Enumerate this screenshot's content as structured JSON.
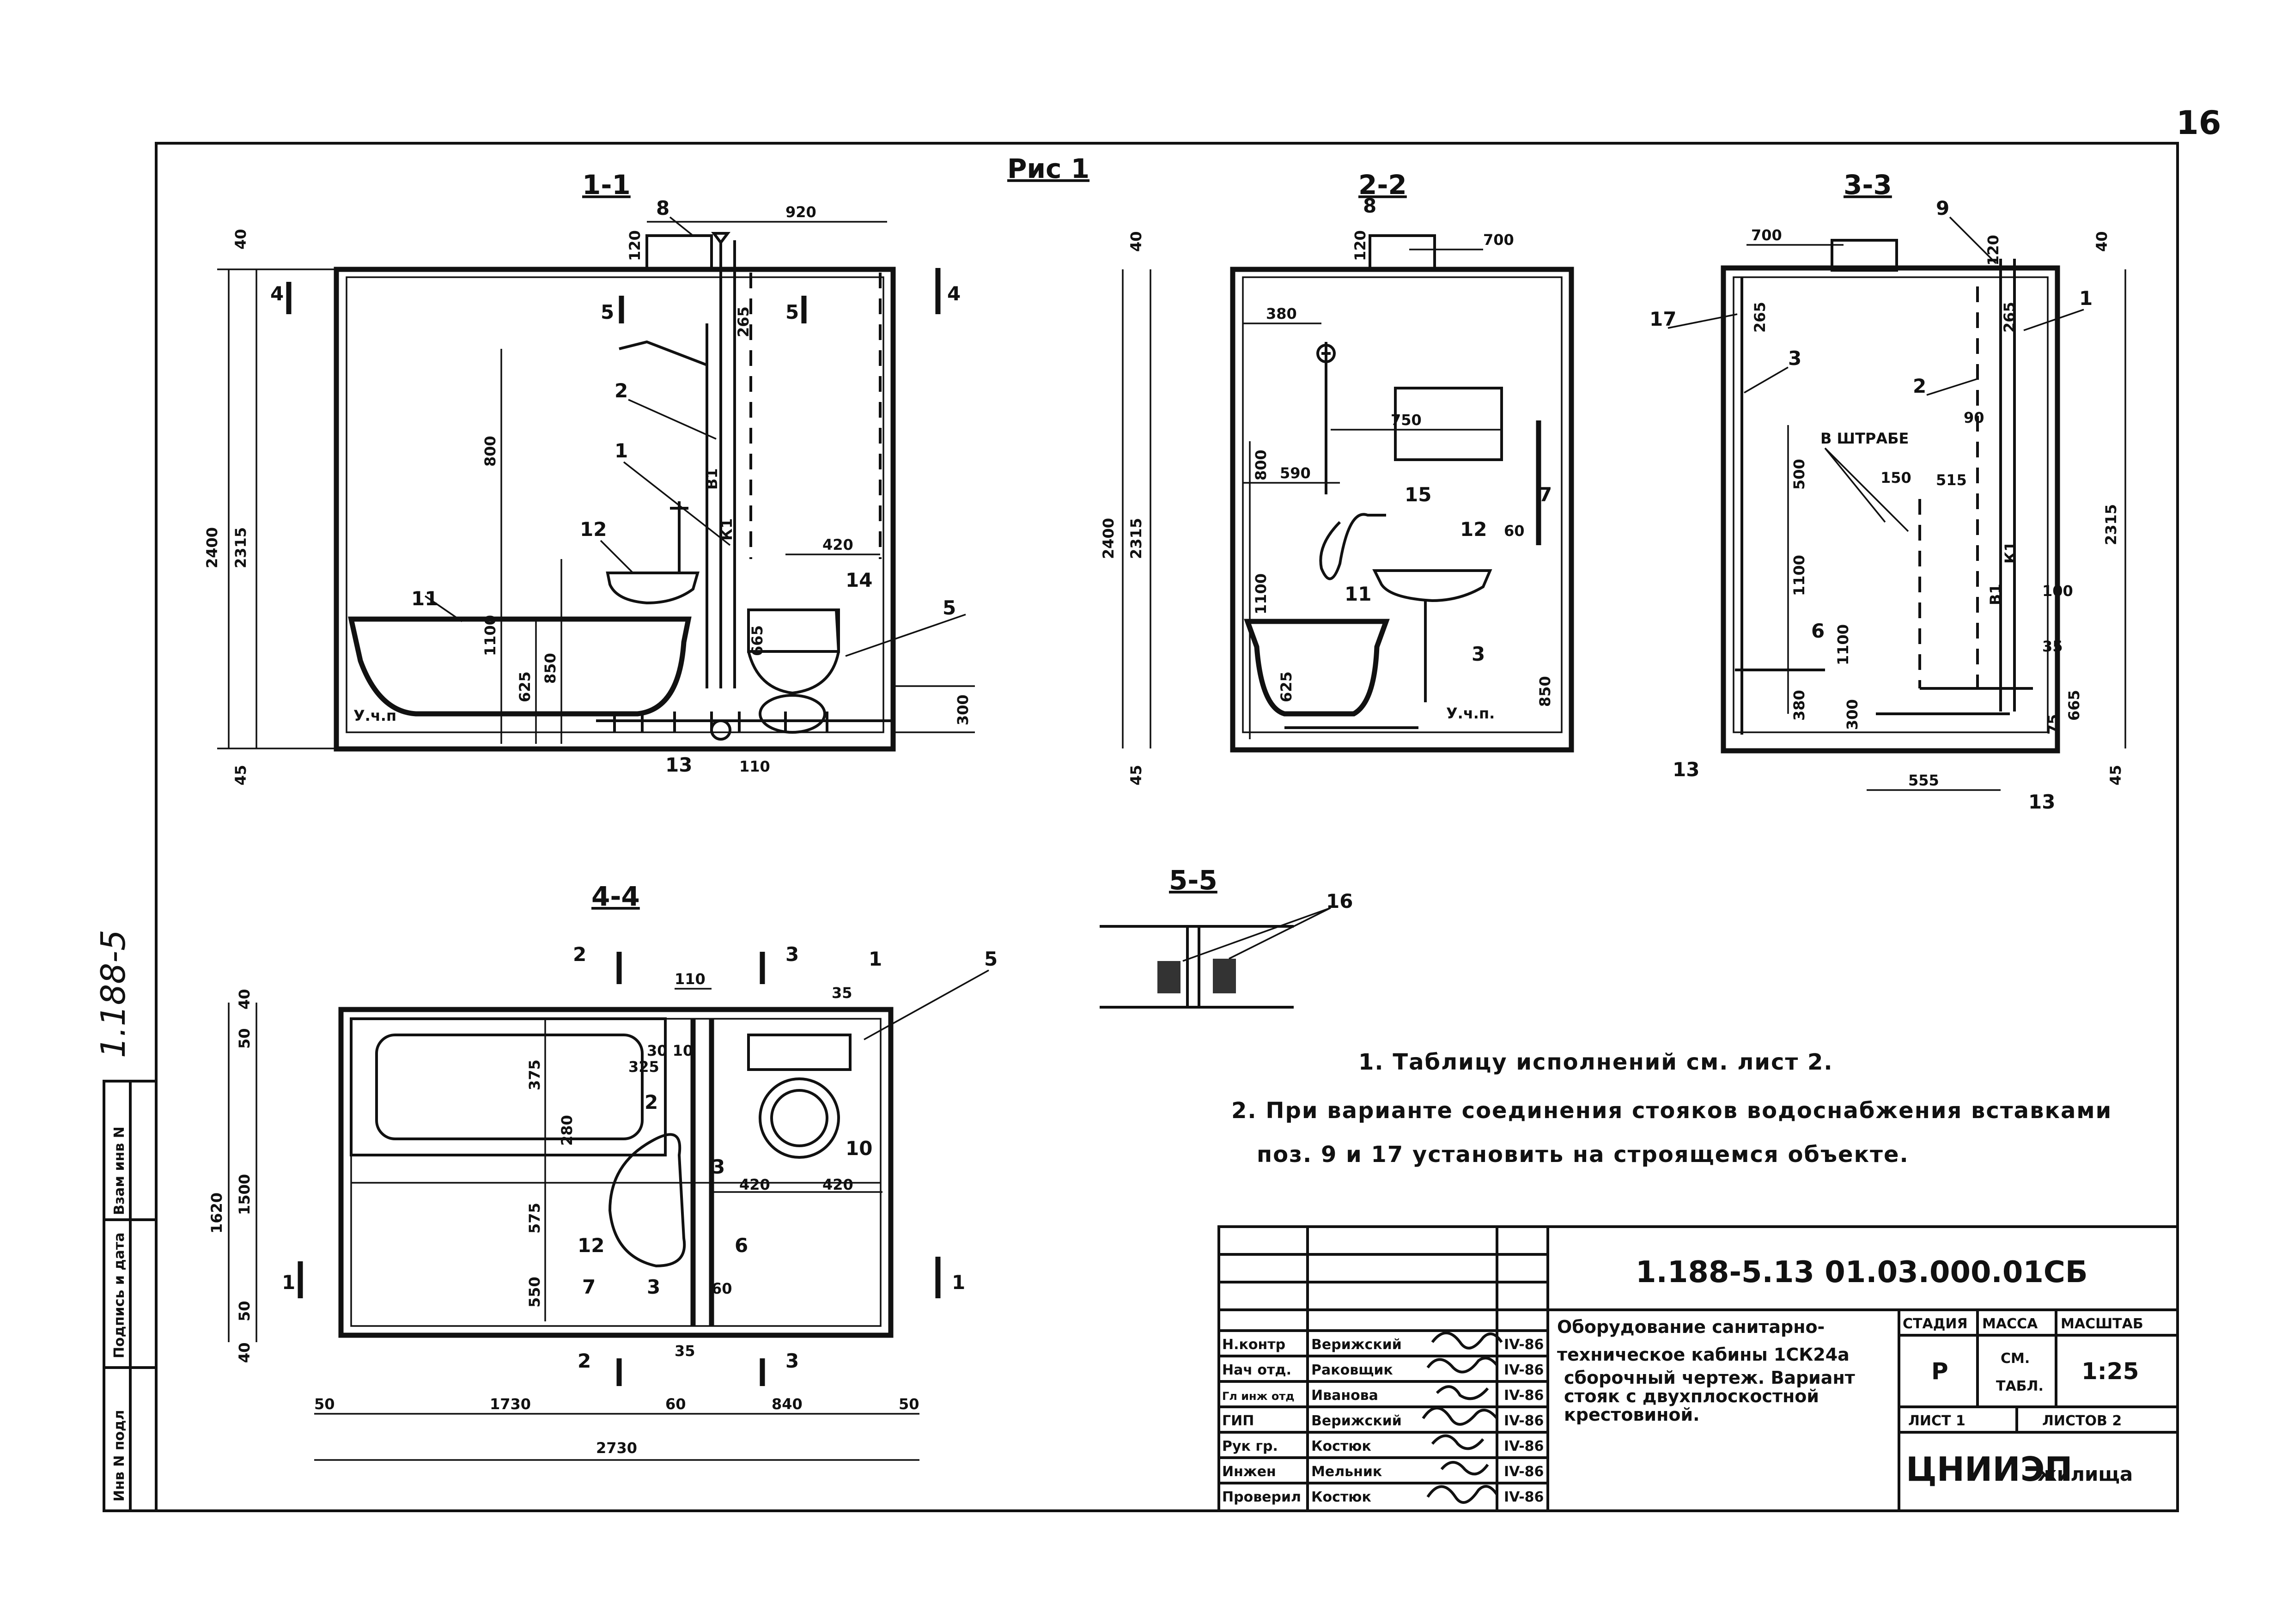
{
  "page": {
    "number": "16",
    "side_stamp": "1.188-5"
  },
  "figure": {
    "title": "Рис 1"
  },
  "sections": {
    "s11": {
      "title": "1-1",
      "cut4": "4",
      "cut5": "5"
    },
    "s22": {
      "title": "2-2"
    },
    "s33": {
      "title": "3-3",
      "label_shtraba": "В ШТРАБЕ"
    },
    "s44": {
      "title": "4-4",
      "cut1": "1",
      "cut2": "2",
      "cut3": "3"
    },
    "s55": {
      "title": "5-5"
    }
  },
  "dims": {
    "d40": "40",
    "d45": "45",
    "d50": "50",
    "d60": "60",
    "d110": "110",
    "d120": "120",
    "d2400": "2400",
    "d2315": "2315",
    "d920": "920",
    "d700": "700",
    "d265": "265",
    "d800": "800",
    "d1100": "1100",
    "d625": "625",
    "d850": "850",
    "d420": "420",
    "d665": "665",
    "d300": "300",
    "d380": "380",
    "d750": "750",
    "d590": "590",
    "d90": "90",
    "d500": "500",
    "d150": "150",
    "d515": "515",
    "d100": "100",
    "d35": "35",
    "d75": "75",
    "d555": "555",
    "d1620": "1620",
    "d1500": "1500",
    "d375": "375",
    "d325": "325",
    "d280": "280",
    "d575": "575",
    "d550": "550",
    "d1730": "1730",
    "d840": "840",
    "d2730": "2730",
    "d3010": "30 10"
  },
  "labels": {
    "p1": "1",
    "p2": "2",
    "p3": "3",
    "p5": "5",
    "p6": "6",
    "p7": "7",
    "p8": "8",
    "p9": "9",
    "p10": "10",
    "p11": "11",
    "p12": "12",
    "p13": "13",
    "p14": "14",
    "p15": "15",
    "p16": "16",
    "p17": "17",
    "b1": "В1",
    "k1": "К1",
    "ucp": "У.ч.п",
    "ucp2": "У.ч.п."
  },
  "notes": [
    "1. Таблицу исполнений см. лист 2.",
    "2. При варианте соединения стояков водоснабжения вставками",
    "поз. 9 и 17 установить на строящемся объекте."
  ],
  "side_strip": [
    "Инв N подл",
    "Подпись и дата",
    "Взам инв N"
  ],
  "title_block": {
    "doc_number": "1.188-5.13 01.03.000.01СБ",
    "description": [
      "Оборудование санитарно-",
      "техническое кабины 1СК24а",
      "сборочный чертеж. Вариант",
      "стояк с двухплоскостной",
      "крестовиной."
    ],
    "head": {
      "stage": "СТАДИЯ",
      "mass": "МАССА",
      "scale": "МАСШТАБ"
    },
    "values": {
      "stage": "Р",
      "mass1": "СМ.",
      "mass2": "ТАБЛ.",
      "scale": "1:25"
    },
    "sheet": "ЛИСТ 1",
    "sheets": "ЛИСТОВ 2",
    "org": "ЦНИИЭП",
    "org_small": "жилища",
    "signatures": [
      {
        "role": "Н.контр",
        "name": "Верижский",
        "date": "IV-86"
      },
      {
        "role": "Нач отд.",
        "name": "Раковщик",
        "date": "IV-86"
      },
      {
        "role": "Гл инж отд",
        "name": "Иванова",
        "date": "IV-86"
      },
      {
        "role": "ГИП",
        "name": "Верижский",
        "date": "IV-86"
      },
      {
        "role": "Рук гр.",
        "name": "Костюк",
        "date": "IV-86"
      },
      {
        "role": "Инжен",
        "name": "Мельник",
        "date": "IV-86"
      },
      {
        "role": "Проверил",
        "name": "Костюк",
        "date": "IV-86"
      }
    ]
  }
}
